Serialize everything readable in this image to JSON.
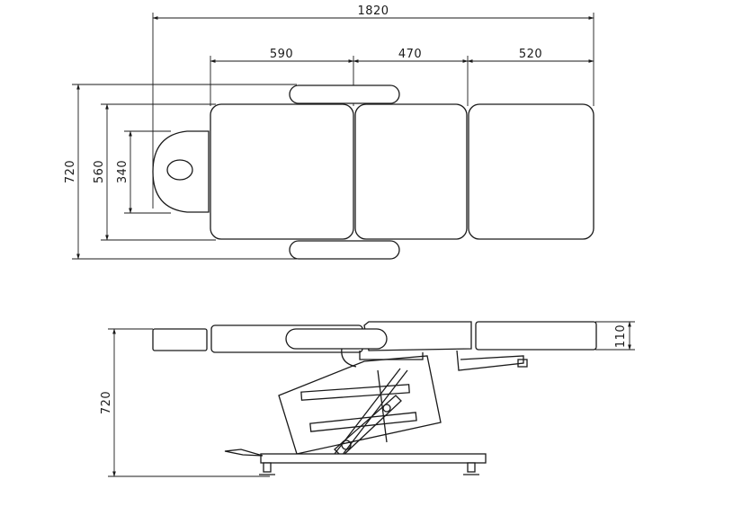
{
  "top_view": {
    "overall_length": "1820",
    "head_section_length": "590",
    "middle_section_length": "470",
    "foot_section_length": "520",
    "overall_width": "720",
    "pad_width": "560",
    "headrest_width": "340"
  },
  "side_view": {
    "overall_height": "720",
    "pad_thickness": "110"
  }
}
